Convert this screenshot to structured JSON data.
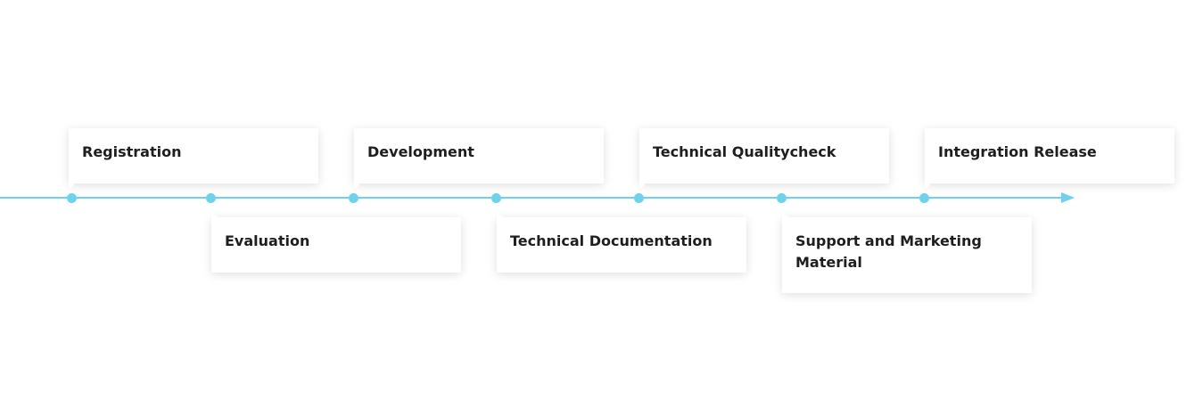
{
  "timeline": {
    "line_color": "#6fd1ee",
    "steps": [
      {
        "label": "Registration"
      },
      {
        "label": "Evaluation"
      },
      {
        "label": "Development"
      },
      {
        "label": "Technical Documentation"
      },
      {
        "label": "Technical Qualitycheck"
      },
      {
        "label": "Support and Marketing Material"
      },
      {
        "label": "Integration Release"
      }
    ]
  }
}
